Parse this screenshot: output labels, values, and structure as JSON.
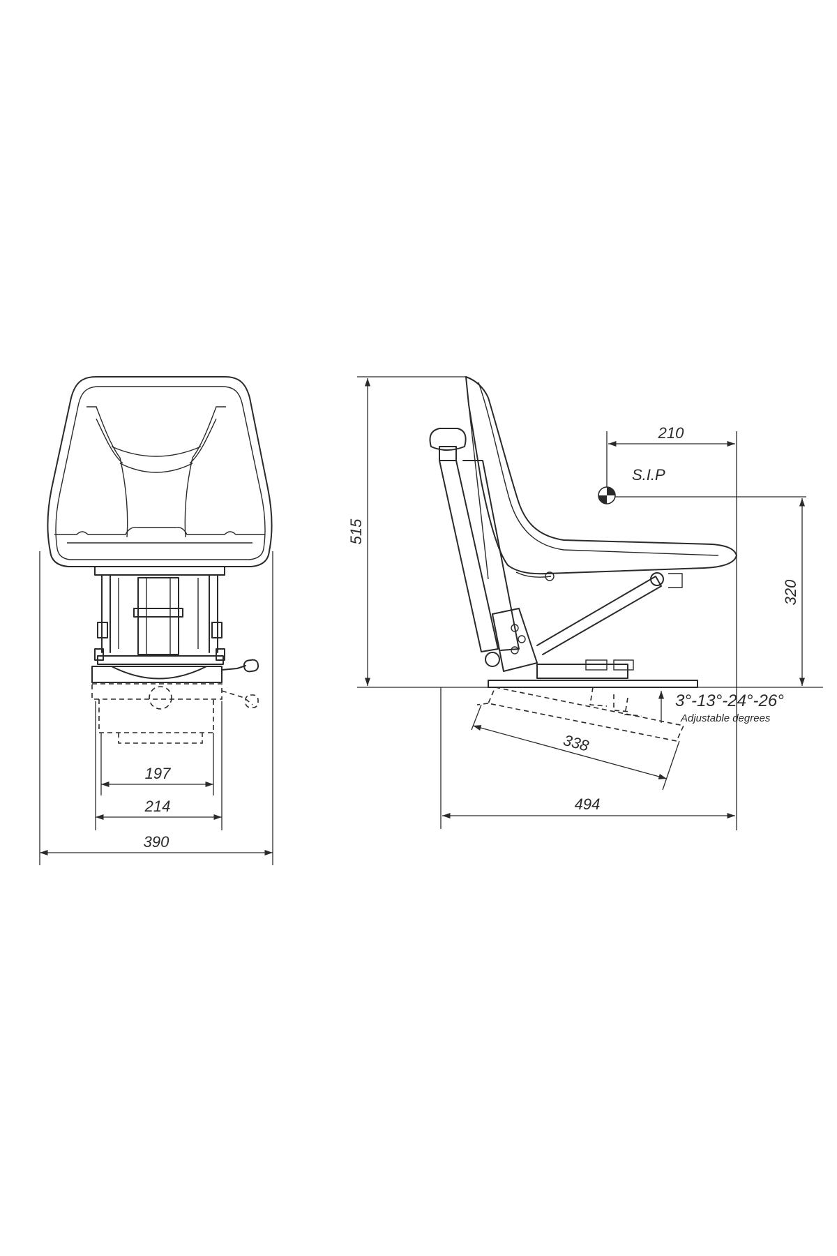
{
  "front_view": {
    "dim_197": "197",
    "dim_214": "214",
    "dim_390": "390"
  },
  "side_view": {
    "dim_515": "515",
    "dim_210": "210",
    "dim_320": "320",
    "dim_338": "338",
    "dim_494": "494",
    "sip_label": "S.I.P",
    "angles_label": "3°-13°-24°-26°",
    "angles_caption": "Adjustable degrees"
  }
}
